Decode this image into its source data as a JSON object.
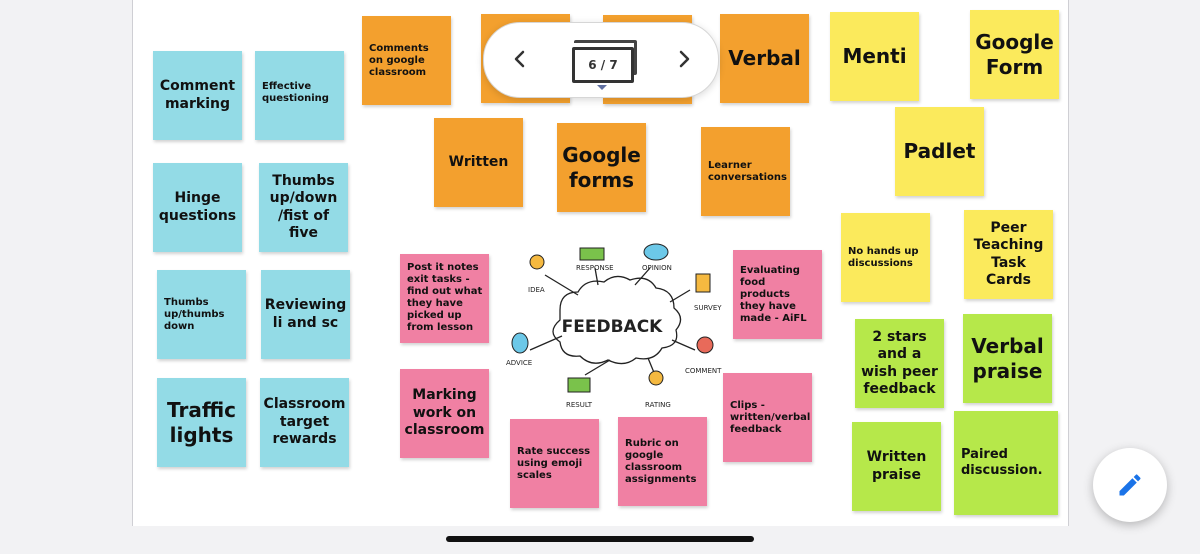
{
  "pager": {
    "indicator": "6 / 7",
    "prev_icon": "chevron-left-icon",
    "next_icon": "chevron-right-icon"
  },
  "notes": {
    "comment_marking": "Comment marking",
    "effective_questioning": "Effective questioning",
    "hinge_questions": "Hinge questions",
    "thumbs_fist": "Thumbs up/down /fist of five",
    "thumbs_up_down": "Thumbs up/thumbs down",
    "reviewing": "Reviewing li and sc",
    "traffic_lights": "Traffic lights",
    "classroom_rewards": "Classroom target rewards",
    "comments_google": "Comments on google classroom",
    "verbal": "Verbal",
    "written": "Written",
    "google_forms": "Google forms",
    "learner_conversations": "Learner conversations",
    "menti": "Menti",
    "google_form": "Google Form",
    "padlet": "Padlet",
    "no_hands_up": "No hands up discussions",
    "peer_teaching": "Peer Teaching Task Cards",
    "post_it_notes": "Post it notes exit tasks - find out what they have picked up from lesson",
    "evaluating_food": "Evaluating food products they have made - AiFL",
    "marking_classroom": "Marking work on classroom",
    "clips": "Clips - written/verbal feedback",
    "rate_success": "Rate success using emoji scales",
    "rubric": "Rubric on google classroom assignments",
    "two_stars": "2 stars and a wish peer feedback",
    "verbal_praise": "Verbal praise",
    "written_praise": "Written praise",
    "paired_discussion": "Paired discussion."
  },
  "mindmap": {
    "center": "FEEDBACK",
    "labels": {
      "idea": "IDEA",
      "response": "RESPONSE",
      "opinion": "OPINION",
      "survey": "SURVEY",
      "comment": "COMMENT",
      "rating": "RATING",
      "result": "RESULT",
      "advice": "ADVICE"
    }
  },
  "fab": {
    "icon": "pencil-icon"
  },
  "colors": {
    "blue": "#93dbe6",
    "orange": "#f3a02e",
    "yellow": "#fbea5c",
    "pink": "#f080a3",
    "green": "#b6e84a",
    "accent": "#1a73e8"
  }
}
